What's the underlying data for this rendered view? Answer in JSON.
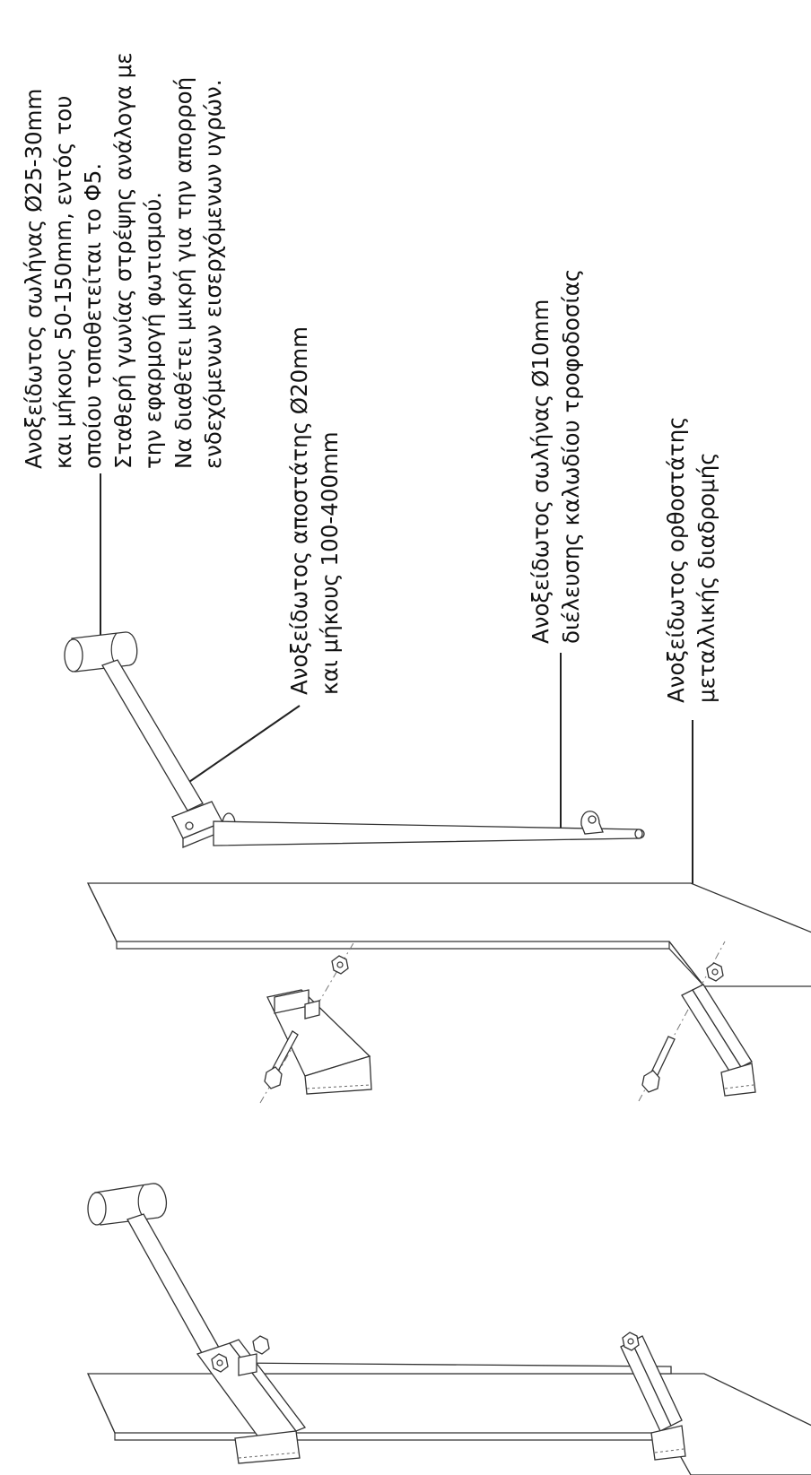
{
  "labels": {
    "pipe_holder": {
      "line1": "Ανοξείδωτος σωλήνας Ø25-30mm",
      "line2": "και μήκους 50-150mm,  εντός του",
      "line3": "οποίου τοποθετείται το Φ5.",
      "line4": "Σταθερή γωνίας στρέψης ανάλογα με",
      "line5": "την εφαρμογή φωτισμού.",
      "line6": "Να διαθέτει μικρή για την απορροή",
      "line7": "ενδεχόμενων εισερχόμενων υγρών."
    },
    "spacer": {
      "line1": "Ανοξείδωτος αποστάτης Ø20mm",
      "line2": "και μήκους 100-400mm"
    },
    "cable_pipe": {
      "line1": "Ανοξείδωτος σωλήνας Ø10mm",
      "line2": "διέλευσης καλωδίου τροφοδοσίας"
    },
    "upright": {
      "line1": "Ανοξείδωτος ορθοστάτης",
      "line2": "μεταλλικής διαδρομής"
    }
  }
}
